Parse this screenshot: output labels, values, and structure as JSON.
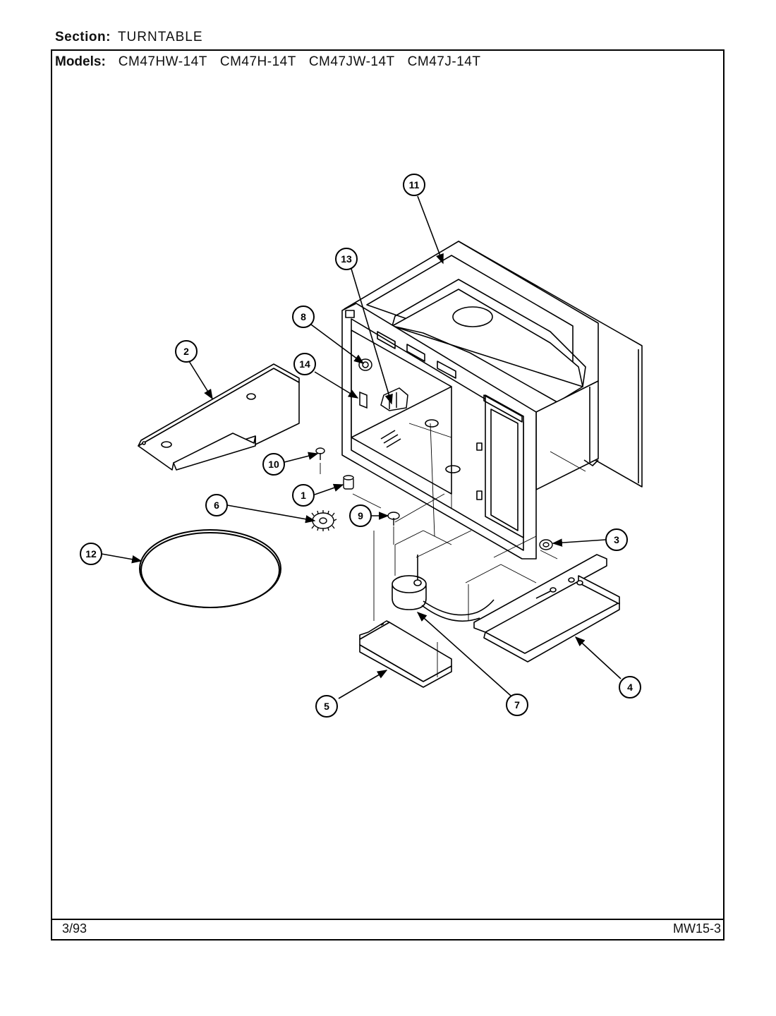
{
  "header": {
    "section_label": "Section:",
    "section_value": "TURNTABLE",
    "models_label": "Models:",
    "models": [
      "CM47HW-14T",
      "CM47H-14T",
      "CM47JW-14T",
      "CM47J-14T"
    ]
  },
  "footer": {
    "date": "3/93",
    "page_code": "MW15-3"
  },
  "callouts": [
    "1",
    "2",
    "3",
    "4",
    "5",
    "6",
    "7",
    "8",
    "9",
    "10",
    "11",
    "12",
    "13",
    "14"
  ]
}
